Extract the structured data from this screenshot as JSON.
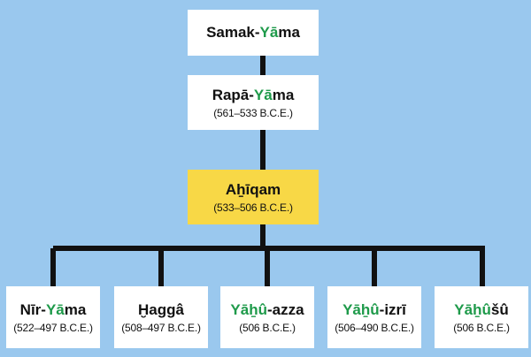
{
  "colors": {
    "background": "#9ac8ee",
    "box": "#ffffff",
    "highlight_box": "#f8d846",
    "connector": "#111111",
    "theophoric_text": "#1e9a4a",
    "text": "#111111"
  },
  "nodes": [
    {
      "id": "samak-yama",
      "name_parts": [
        {
          "t": "Samak-"
        },
        {
          "t": "Yā",
          "g": true
        },
        {
          "t": "ma"
        }
      ],
      "dates": ""
    },
    {
      "id": "rapa-yama",
      "name_parts": [
        {
          "t": "Rapā-"
        },
        {
          "t": "Yā",
          "g": true
        },
        {
          "t": "ma"
        }
      ],
      "dates": "(561–533 B.C.E.)"
    },
    {
      "id": "ahiqam",
      "name_parts": [
        {
          "t": "Aẖīqam"
        }
      ],
      "dates": "(533–506 B.C.E.)",
      "highlighted": true
    },
    {
      "id": "nir-yama",
      "name_parts": [
        {
          "t": "Nīr-"
        },
        {
          "t": "Yā",
          "g": true
        },
        {
          "t": "ma"
        }
      ],
      "dates": "(522–497 B.C.E.)"
    },
    {
      "id": "hagga",
      "name_parts": [
        {
          "t": "Ḫaggâ"
        }
      ],
      "dates": "(508–497 B.C.E.)"
    },
    {
      "id": "yahu-azza",
      "name_parts": [
        {
          "t": "Yāẖû",
          "g": true
        },
        {
          "t": "-azza"
        }
      ],
      "dates": "(506 B.C.E.)"
    },
    {
      "id": "yahu-izri",
      "name_parts": [
        {
          "t": "Yāẖû",
          "g": true
        },
        {
          "t": "-izrī"
        }
      ],
      "dates": "(506–490 B.C.E.)"
    },
    {
      "id": "yahusu",
      "name_parts": [
        {
          "t": "Yāẖû",
          "g": true
        },
        {
          "t": "šû"
        }
      ],
      "dates": "(506 B.C.E.)"
    }
  ]
}
